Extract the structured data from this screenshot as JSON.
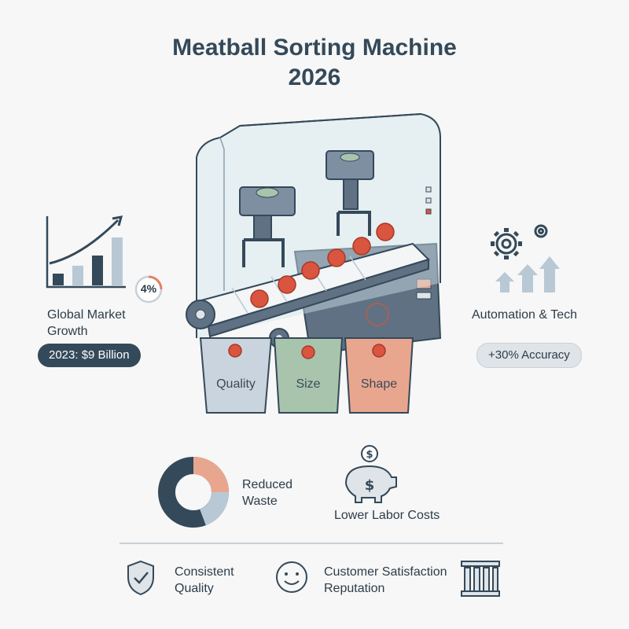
{
  "title": {
    "line1": "Meatball Sorting Machine",
    "line2": "2026"
  },
  "market": {
    "label_line1": "Global Market",
    "label_line2": "Growth",
    "growth_badge": "4%",
    "value_pill": "2023: $9 Billion"
  },
  "automation": {
    "label": "Automation & Tech",
    "accuracy_pill": "+30% Accuracy"
  },
  "bins": [
    {
      "label": "Quality",
      "color": "#c9d4de"
    },
    {
      "label": "Size",
      "color": "#a9c4ad"
    },
    {
      "label": "Shape",
      "color": "#e9a68f"
    }
  ],
  "benefits": {
    "waste_line1": "Reduced",
    "waste_line2": "Waste",
    "labor": "Lower Labor Costs",
    "quality_line1": "Consistent",
    "quality_line2": "Quality",
    "customer_line1": "Customer Satisfaction",
    "customer_line2": "Reputation"
  },
  "colors": {
    "dark": "#34495a",
    "salmon": "#e9a68f",
    "light_blue": "#b9c8d5",
    "meatball": "#d9553f"
  }
}
